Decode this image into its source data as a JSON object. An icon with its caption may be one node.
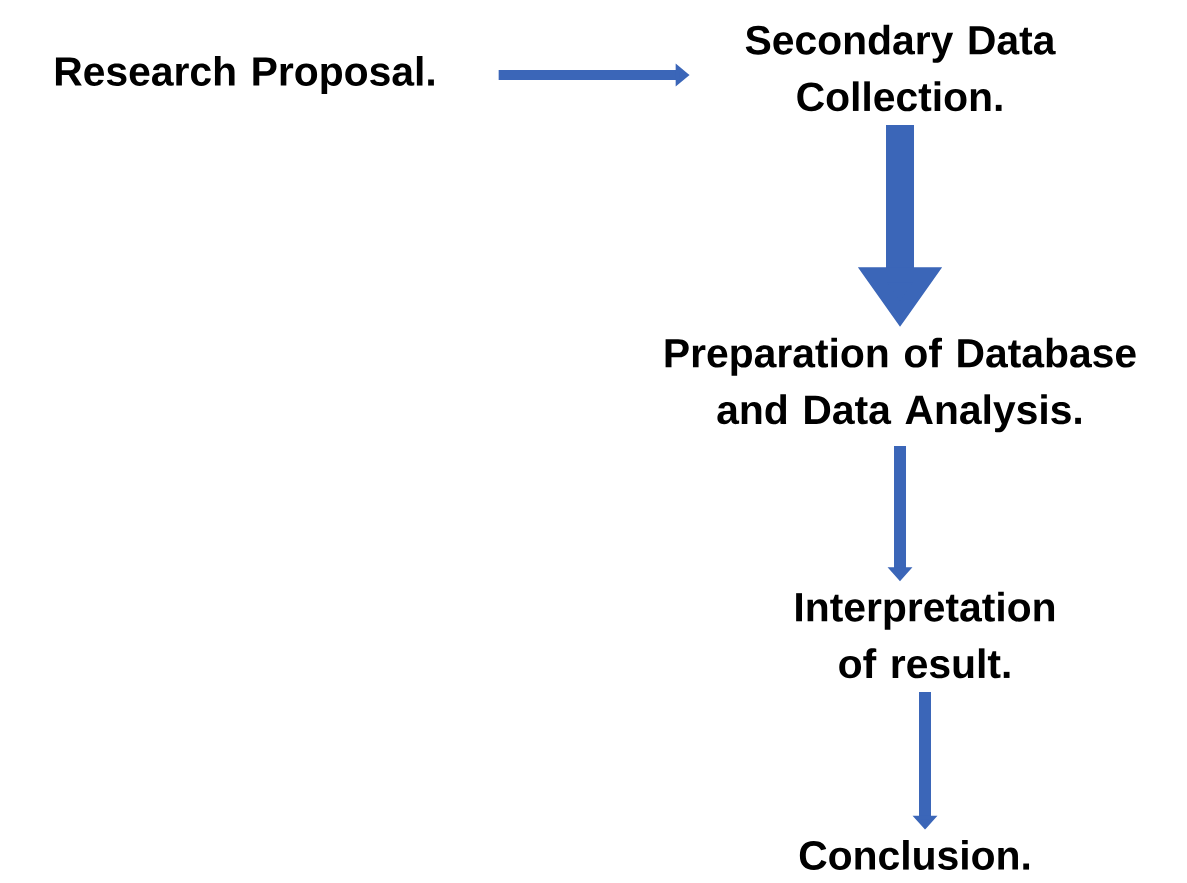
{
  "diagram": {
    "nodes": [
      {
        "text": [
          "Research Proposal."
        ]
      },
      {
        "text": [
          "Secondary Data Collection."
        ]
      },
      {
        "text": [
          "Preparation of Database and Data Analysis."
        ]
      },
      {
        "text": [
          "Interpretation of result."
        ]
      },
      {
        "text": [
          "Conclusion."
        ]
      }
    ],
    "edges": [
      {
        "from": 0,
        "to": 1,
        "arrow": "to"
      },
      {
        "from": 1,
        "to": 2,
        "arrow": "to",
        "style": "thick"
      },
      {
        "from": 2,
        "to": 3,
        "arrow": "to"
      },
      {
        "from": 3,
        "to": 4,
        "arrow": "to"
      }
    ]
  }
}
